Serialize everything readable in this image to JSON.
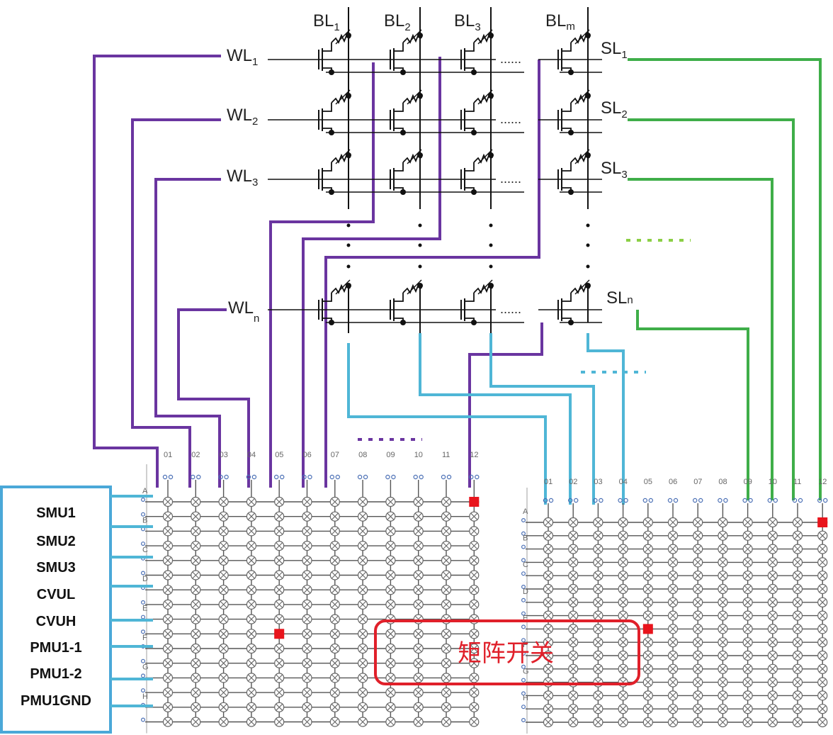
{
  "bitlines": [
    {
      "base": "BL",
      "sub": "1"
    },
    {
      "base": "BL",
      "sub": "2"
    },
    {
      "base": "BL",
      "sub": "3"
    },
    {
      "base": "BL",
      "sub": "m"
    }
  ],
  "wordlines": [
    {
      "base": "WL",
      "sub": "1"
    },
    {
      "base": "WL",
      "sub": "2"
    },
    {
      "base": "WL",
      "sub": "3"
    },
    {
      "base": "WL",
      "sub": "n"
    }
  ],
  "sourcelines": [
    {
      "base": "SL",
      "sub": "1"
    },
    {
      "base": "SL",
      "sub": "2"
    },
    {
      "base": "SL",
      "sub": "3"
    },
    {
      "base": "SL",
      "sub": "n"
    }
  ],
  "switch_matrix": {
    "columns": [
      "01",
      "02",
      "03",
      "04",
      "05",
      "06",
      "07",
      "08",
      "09",
      "10",
      "11",
      "12"
    ],
    "rows": [
      "A",
      "B",
      "C",
      "D",
      "E",
      "F",
      "G",
      "H"
    ]
  },
  "instruments": [
    "SMU1",
    "SMU2",
    "SMU3",
    "CVUL",
    "CVUH",
    "PMU1-1",
    "PMU1-2",
    "PMU1GND"
  ],
  "callout_label": "矩阵开关",
  "colors": {
    "wordline_wire": "#6a35a0",
    "sourceline_wire": "#3fae49",
    "bitline_wire": "#4fb6d6",
    "closed_switch": "#e8141c",
    "callout": "#e0202a",
    "instrument_box": "#4aa8d8"
  }
}
